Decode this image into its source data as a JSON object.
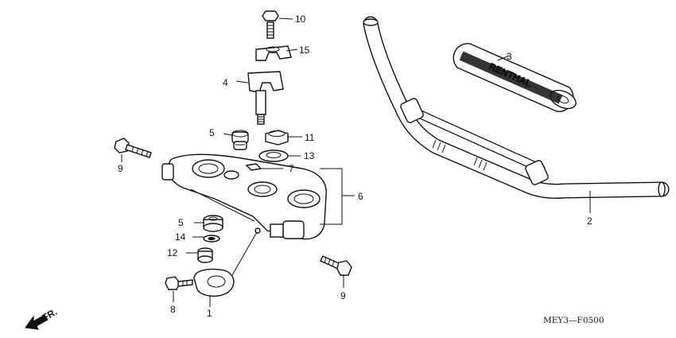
{
  "diagram": {
    "callouts": [
      {
        "id": "c10",
        "text": "10"
      },
      {
        "id": "c15",
        "text": "15"
      },
      {
        "id": "c3",
        "text": "3"
      },
      {
        "id": "c4",
        "text": "4"
      },
      {
        "id": "c5a",
        "text": "5"
      },
      {
        "id": "c11",
        "text": "11"
      },
      {
        "id": "c9a",
        "text": "9"
      },
      {
        "id": "c13",
        "text": "13"
      },
      {
        "id": "c7",
        "text": "7"
      },
      {
        "id": "c6",
        "text": "6"
      },
      {
        "id": "c5b",
        "text": "5"
      },
      {
        "id": "c14",
        "text": "14"
      },
      {
        "id": "c12",
        "text": "12"
      },
      {
        "id": "c2",
        "text": "2"
      },
      {
        "id": "c9b",
        "text": "9"
      },
      {
        "id": "c8",
        "text": "8"
      },
      {
        "id": "c1",
        "text": "1"
      }
    ],
    "direction_marker": "FR.",
    "grip_brand": "RENTHAL",
    "figure_code": "MEY3—F0500"
  }
}
